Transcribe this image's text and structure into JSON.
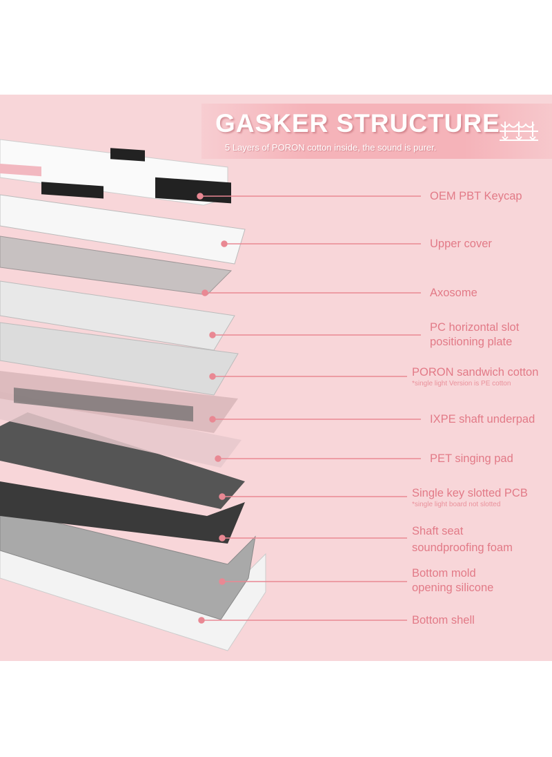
{
  "header": {
    "title": "GASKER STRUCTURE",
    "subtitle": "5 Layers of PORON cotton inside, the sound is purer."
  },
  "colors": {
    "background": "#f8d6d9",
    "label": "#e27a87",
    "banner": "#f5b3b9"
  },
  "layers": [
    {
      "label": "OEM PBT Keycap"
    },
    {
      "label": "Upper cover"
    },
    {
      "label": "Axosome"
    },
    {
      "label": "PC horizontal slot",
      "label2": "positioning plate"
    },
    {
      "label": "PORON sandwich cotton",
      "note": "*single light Version is PE cotton"
    },
    {
      "label": "IXPE shaft underpad"
    },
    {
      "label": "PET singing pad"
    },
    {
      "label": "Single key slotted PCB",
      "note": "*single light board not slotted"
    },
    {
      "label": "Shaft seat",
      "label2": "soundproofing foam"
    },
    {
      "label": "Bottom mold",
      "label2": "opening silicone"
    },
    {
      "label": "Bottom shell"
    }
  ]
}
